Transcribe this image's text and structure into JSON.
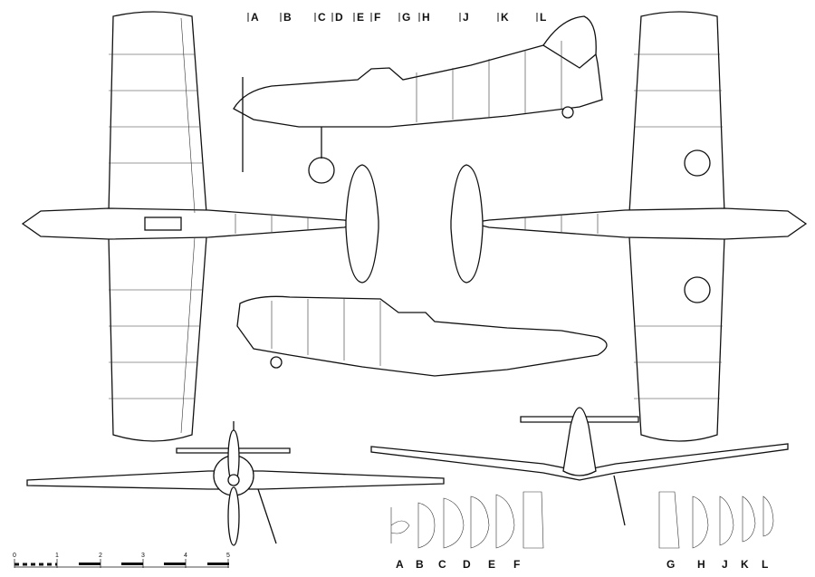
{
  "station_labels_top": [
    "A",
    "B",
    "C",
    "D",
    "E",
    "F",
    "G",
    "H",
    "J",
    "K",
    "L"
  ],
  "section_labels_bottom": [
    "A",
    "B",
    "C",
    "D",
    "E",
    "F",
    "G",
    "H",
    "J",
    "K",
    "L"
  ],
  "scale_bar": {
    "ticks": [
      "0",
      "1",
      "2",
      "3",
      "4",
      "5"
    ]
  },
  "views": [
    "top-view",
    "side-view-left",
    "underside-view",
    "side-view-right",
    "front-view",
    "rear-view",
    "cross-sections"
  ]
}
